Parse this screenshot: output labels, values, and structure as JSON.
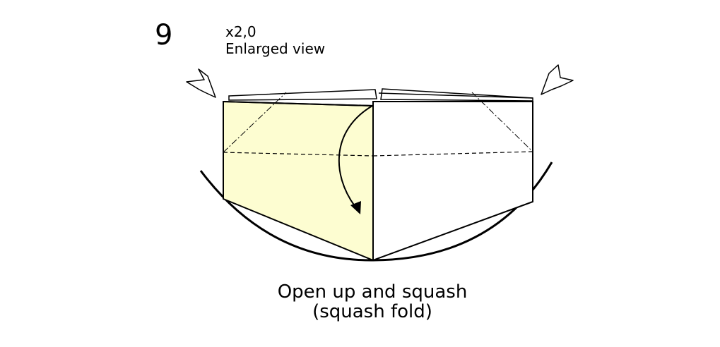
{
  "step": {
    "number": "9",
    "scale": "x2,0",
    "view_label": "Enlarged view"
  },
  "instruction": {
    "line1": "Open up and squash",
    "line2": "(squash fold)"
  },
  "colors": {
    "paper_colored": "#fdfdd1",
    "paper_white": "#ffffff",
    "line": "#000000"
  },
  "icons": [
    "push-arrow-icon",
    "push-arrow-icon",
    "curved-fold-arrow-icon"
  ]
}
